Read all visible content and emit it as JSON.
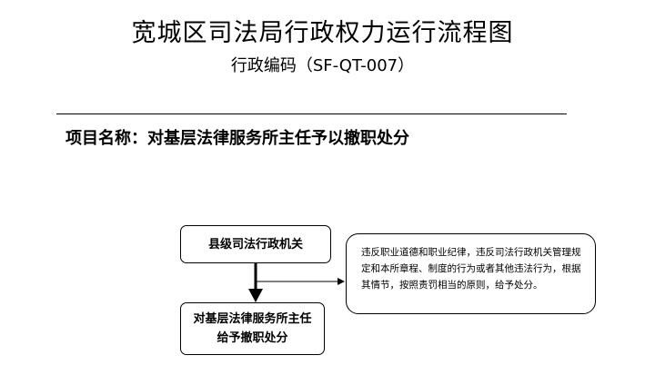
{
  "header": {
    "title": "宽城区司法局行政权力运行流程图",
    "code": "行政编码（SF-QT-007）"
  },
  "project": {
    "label": "项目名称：",
    "name": "对基层法律服务所主任予以撤职处分"
  },
  "flow": {
    "step1": "县级司法行政机关",
    "step2": "对基层法律服务所主任给予撤职处分",
    "note": "违反职业道德和职业纪律，违反司法行政机关管理规定和本所章程、制度的行为或者其他违法行为，根据其情节，按照责罚相当的原则，给予处分。"
  }
}
